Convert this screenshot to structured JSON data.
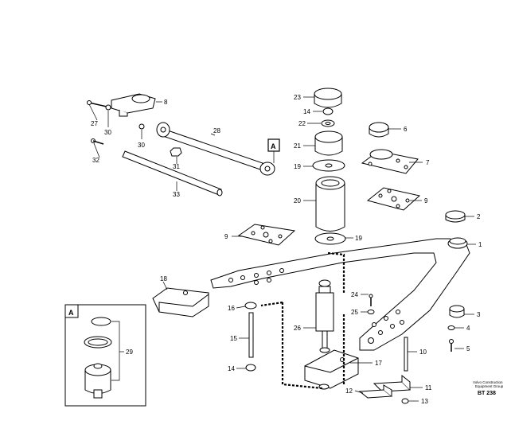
{
  "callouts": {
    "c1": "1",
    "c2": "2",
    "c3": "3",
    "c4": "4",
    "c5": "5",
    "c6": "6",
    "c7": "7",
    "c8": "8",
    "c9a": "9",
    "c9b": "9",
    "c10": "10",
    "c11": "11",
    "c12": "12",
    "c13": "13",
    "c14a": "14",
    "c14b": "14",
    "c15": "15",
    "c16": "16",
    "c17": "17",
    "c18": "18",
    "c19a": "19",
    "c19b": "19",
    "c20": "20",
    "c21": "21",
    "c22": "22",
    "c23": "23",
    "c24": "24",
    "c25": "25",
    "c26": "26",
    "c27": "27",
    "c28": "28",
    "c29": "29",
    "c30a": "30",
    "c30b": "30",
    "c31": "31",
    "c32": "32",
    "c33": "33"
  },
  "view_marker": "A",
  "detail_marker": "A",
  "footer": {
    "line1": "Volvo Construction",
    "line2": "Equipment Group",
    "code": "BT 238"
  }
}
